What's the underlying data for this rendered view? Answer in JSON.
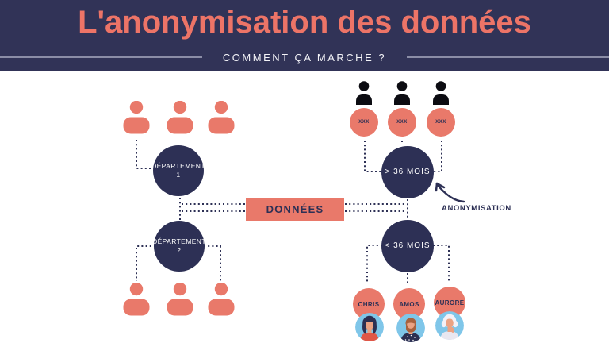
{
  "header": {
    "title": "L'anonymisation des données",
    "subtitle": "COMMENT ÇA MARCHE ?"
  },
  "colors": {
    "navy": "#313357",
    "coral": "#e9796a",
    "coral_title": "#ed7467",
    "white": "#ffffff",
    "divider_line": "#8b8da6",
    "avatar_background_blue": "#7fc6e9"
  },
  "diagram": {
    "left": {
      "dept1": {
        "line1": "DÉPARTEMENT",
        "line2": "1"
      },
      "dept2": {
        "line1": "DÉPARTEMENT",
        "line2": "2"
      }
    },
    "center": {
      "data_label": "DONNÉES"
    },
    "right": {
      "over36_label": "> 36 MOIS",
      "under36_label": "< 36 MOIS",
      "annotation": "ANONYMISATION",
      "masked_labels": [
        "XXX",
        "XXX",
        "XXX"
      ],
      "names": [
        "CHRIS",
        "AMOS",
        "AURORE"
      ]
    }
  }
}
